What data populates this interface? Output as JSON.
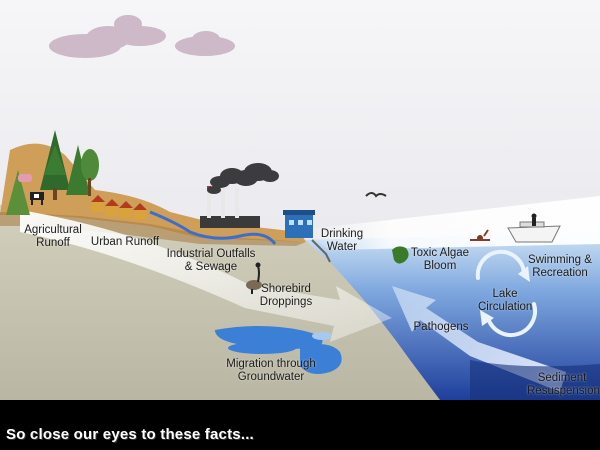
{
  "labels": {
    "agricultural_runoff": "Agricultural\nRunoff",
    "urban_runoff": "Urban Runoff",
    "industrial_outfalls": "Industrial Outfalls\n& Sewage",
    "drinking_water": "Drinking\nWater",
    "toxic_algae": "Toxic Algae\nBloom",
    "swimming": "Swimming &\nRecreation",
    "shorebird": "Shorebird\nDroppings",
    "lake_circulation": "Lake\nCirculation",
    "pathogens": "Pathogens",
    "groundwater": "Migration through\nGroundwater",
    "sediment": "Sediment\nResuspension"
  },
  "caption": "So close our eyes to these facts...",
  "colors": {
    "sky": "#e6e6ec",
    "lake": "#3f74c8",
    "land": "#c9c5b0",
    "soil": "#c99a55",
    "caption_bg": "#000000",
    "caption_text": "#ffffff"
  }
}
